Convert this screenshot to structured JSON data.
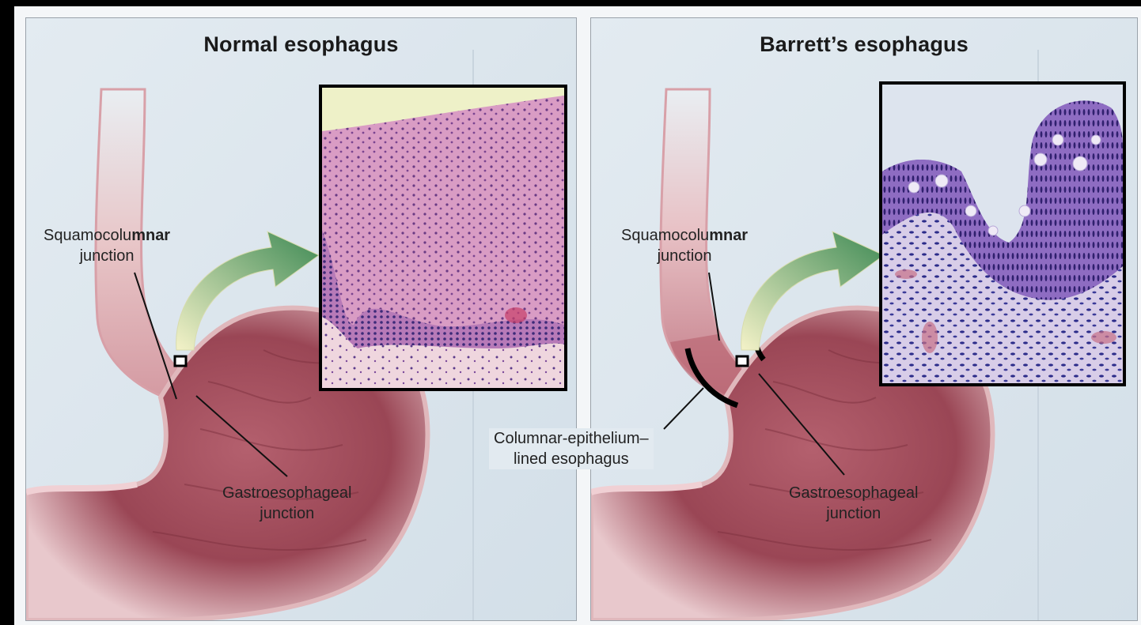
{
  "panels": {
    "normal": {
      "title": "Normal esophagus",
      "squamo_label_part1": "Squamocolu",
      "squamo_label_part2": "mnar",
      "squamo_label_line2": "junction",
      "ge_label_line1": "Gastroesophageal",
      "ge_label_line2": "junction"
    },
    "barretts": {
      "title": "Barrett’s esophagus",
      "squamo_label_part1": "Squamocolu",
      "squamo_label_part2": "mnar",
      "squamo_label_line2": "junction",
      "ge_label_line1": "Gastroesophageal",
      "ge_label_line2": "junction",
      "columnar_label_line1": "Columnar-epithelium–",
      "columnar_label_line2": "lined esophagus"
    }
  },
  "colors": {
    "background": "#dfe8ee",
    "tissue": "#c98a92",
    "stomach_dark": "#8c3a48",
    "arrow": "#4e8a5a",
    "histology_normal": "#d79ac0",
    "histology_barretts": "#8a6cc0"
  }
}
